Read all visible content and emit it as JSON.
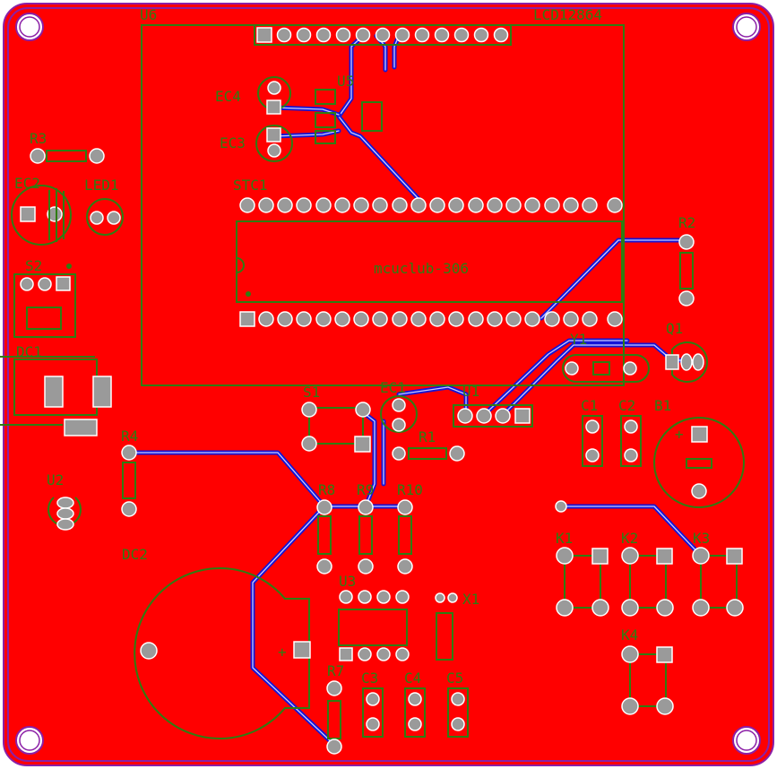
{
  "board": {
    "copper_color": "#ff0000",
    "silkscreen_color": "#2e7d12",
    "trace_color": "#1515d6",
    "outline_color": "#8b1fa6",
    "pad_color": "#9a9a9a"
  },
  "labels": {
    "u6": "U6",
    "lcd": "LCD12864",
    "ec4": "EC4",
    "u5": "U5",
    "ec3": "EC3",
    "r3": "R3",
    "ec2": "EC2",
    "led1": "LED1",
    "stc1": "STC1",
    "mcu_text": "mcuclub-306",
    "r2": "R2",
    "s2": "S2",
    "dc1": "DC1",
    "q1": "Q1",
    "y1": "Y1",
    "s1": "S1",
    "ec1": "EC1",
    "u1": "U1",
    "c1": "C1",
    "c2": "C2",
    "b1": "B1",
    "r1": "R1",
    "r4": "R4",
    "u2": "U2",
    "r8": "R8",
    "r9": "R9",
    "r10": "R10",
    "dc2": "DC2",
    "k1": "K1",
    "k2": "K2",
    "k3": "K3",
    "u3": "U3",
    "x1": "X1",
    "k4": "K4",
    "r7": "R7",
    "c3": "C3",
    "c4": "C4",
    "c5": "C5",
    "plus_b1": "+",
    "plus_dc2": "+"
  }
}
